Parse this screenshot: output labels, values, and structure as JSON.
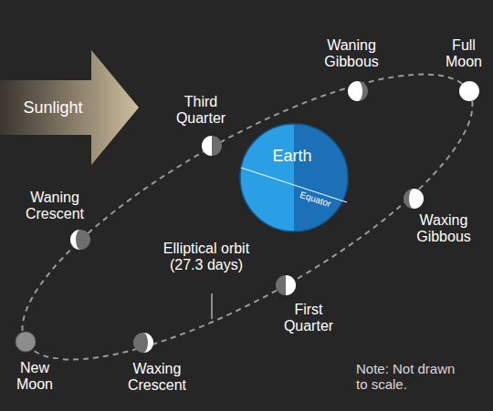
{
  "diagram": {
    "nodes": [
      {
        "text": [
          "Sunlight"
        ]
      },
      {
        "text": [
          "Waning Gibbous"
        ]
      },
      {
        "text": [
          "Full Moon"
        ]
      },
      {
        "text": [
          "Third Quarter"
        ]
      },
      {
        "text": [
          "Earth",
          "Equator"
        ]
      },
      {
        "text": [
          "Waning Crescent"
        ]
      },
      {
        "text": [
          "Waxing Gibbous"
        ]
      },
      {
        "text": [
          "First Quarter"
        ]
      },
      {
        "text": [
          "New Moon"
        ]
      },
      {
        "text": [
          "Waxing Crescent"
        ]
      }
    ],
    "labels": [
      "Elliptical orbit (27.3 days)",
      "Note: Not drawn to scale."
    ]
  }
}
